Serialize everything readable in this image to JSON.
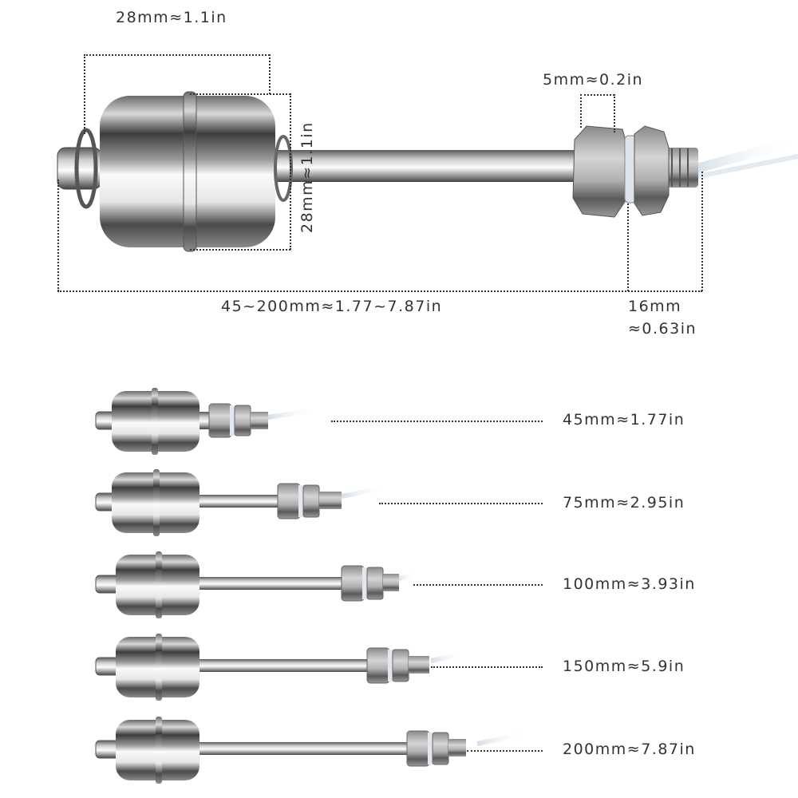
{
  "main_diagram": {
    "float_diameter_label": "28mm≈1.1in",
    "float_length_label": "28mm≈1.1in",
    "nut_thickness_label": "5mm≈0.2in",
    "stem_length_label": "45~200mm≈1.77~7.87in",
    "thread_length_label_line1": "16mm",
    "thread_length_label_line2": "≈0.63in"
  },
  "variants": [
    {
      "length_mm": 45,
      "label": "45mm≈1.77in"
    },
    {
      "length_mm": 75,
      "label": "75mm≈2.95in"
    },
    {
      "length_mm": 100,
      "label": "100mm≈3.93in"
    },
    {
      "length_mm": 150,
      "label": "150mm≈5.9in"
    },
    {
      "length_mm": 200,
      "label": "200mm≈7.87in"
    }
  ],
  "colors": {
    "background": "#ffffff",
    "text": "#333333",
    "steel_light": "#f2f2f2",
    "steel_dark": "#3a3a3a",
    "cable": "#dfe7ee"
  }
}
